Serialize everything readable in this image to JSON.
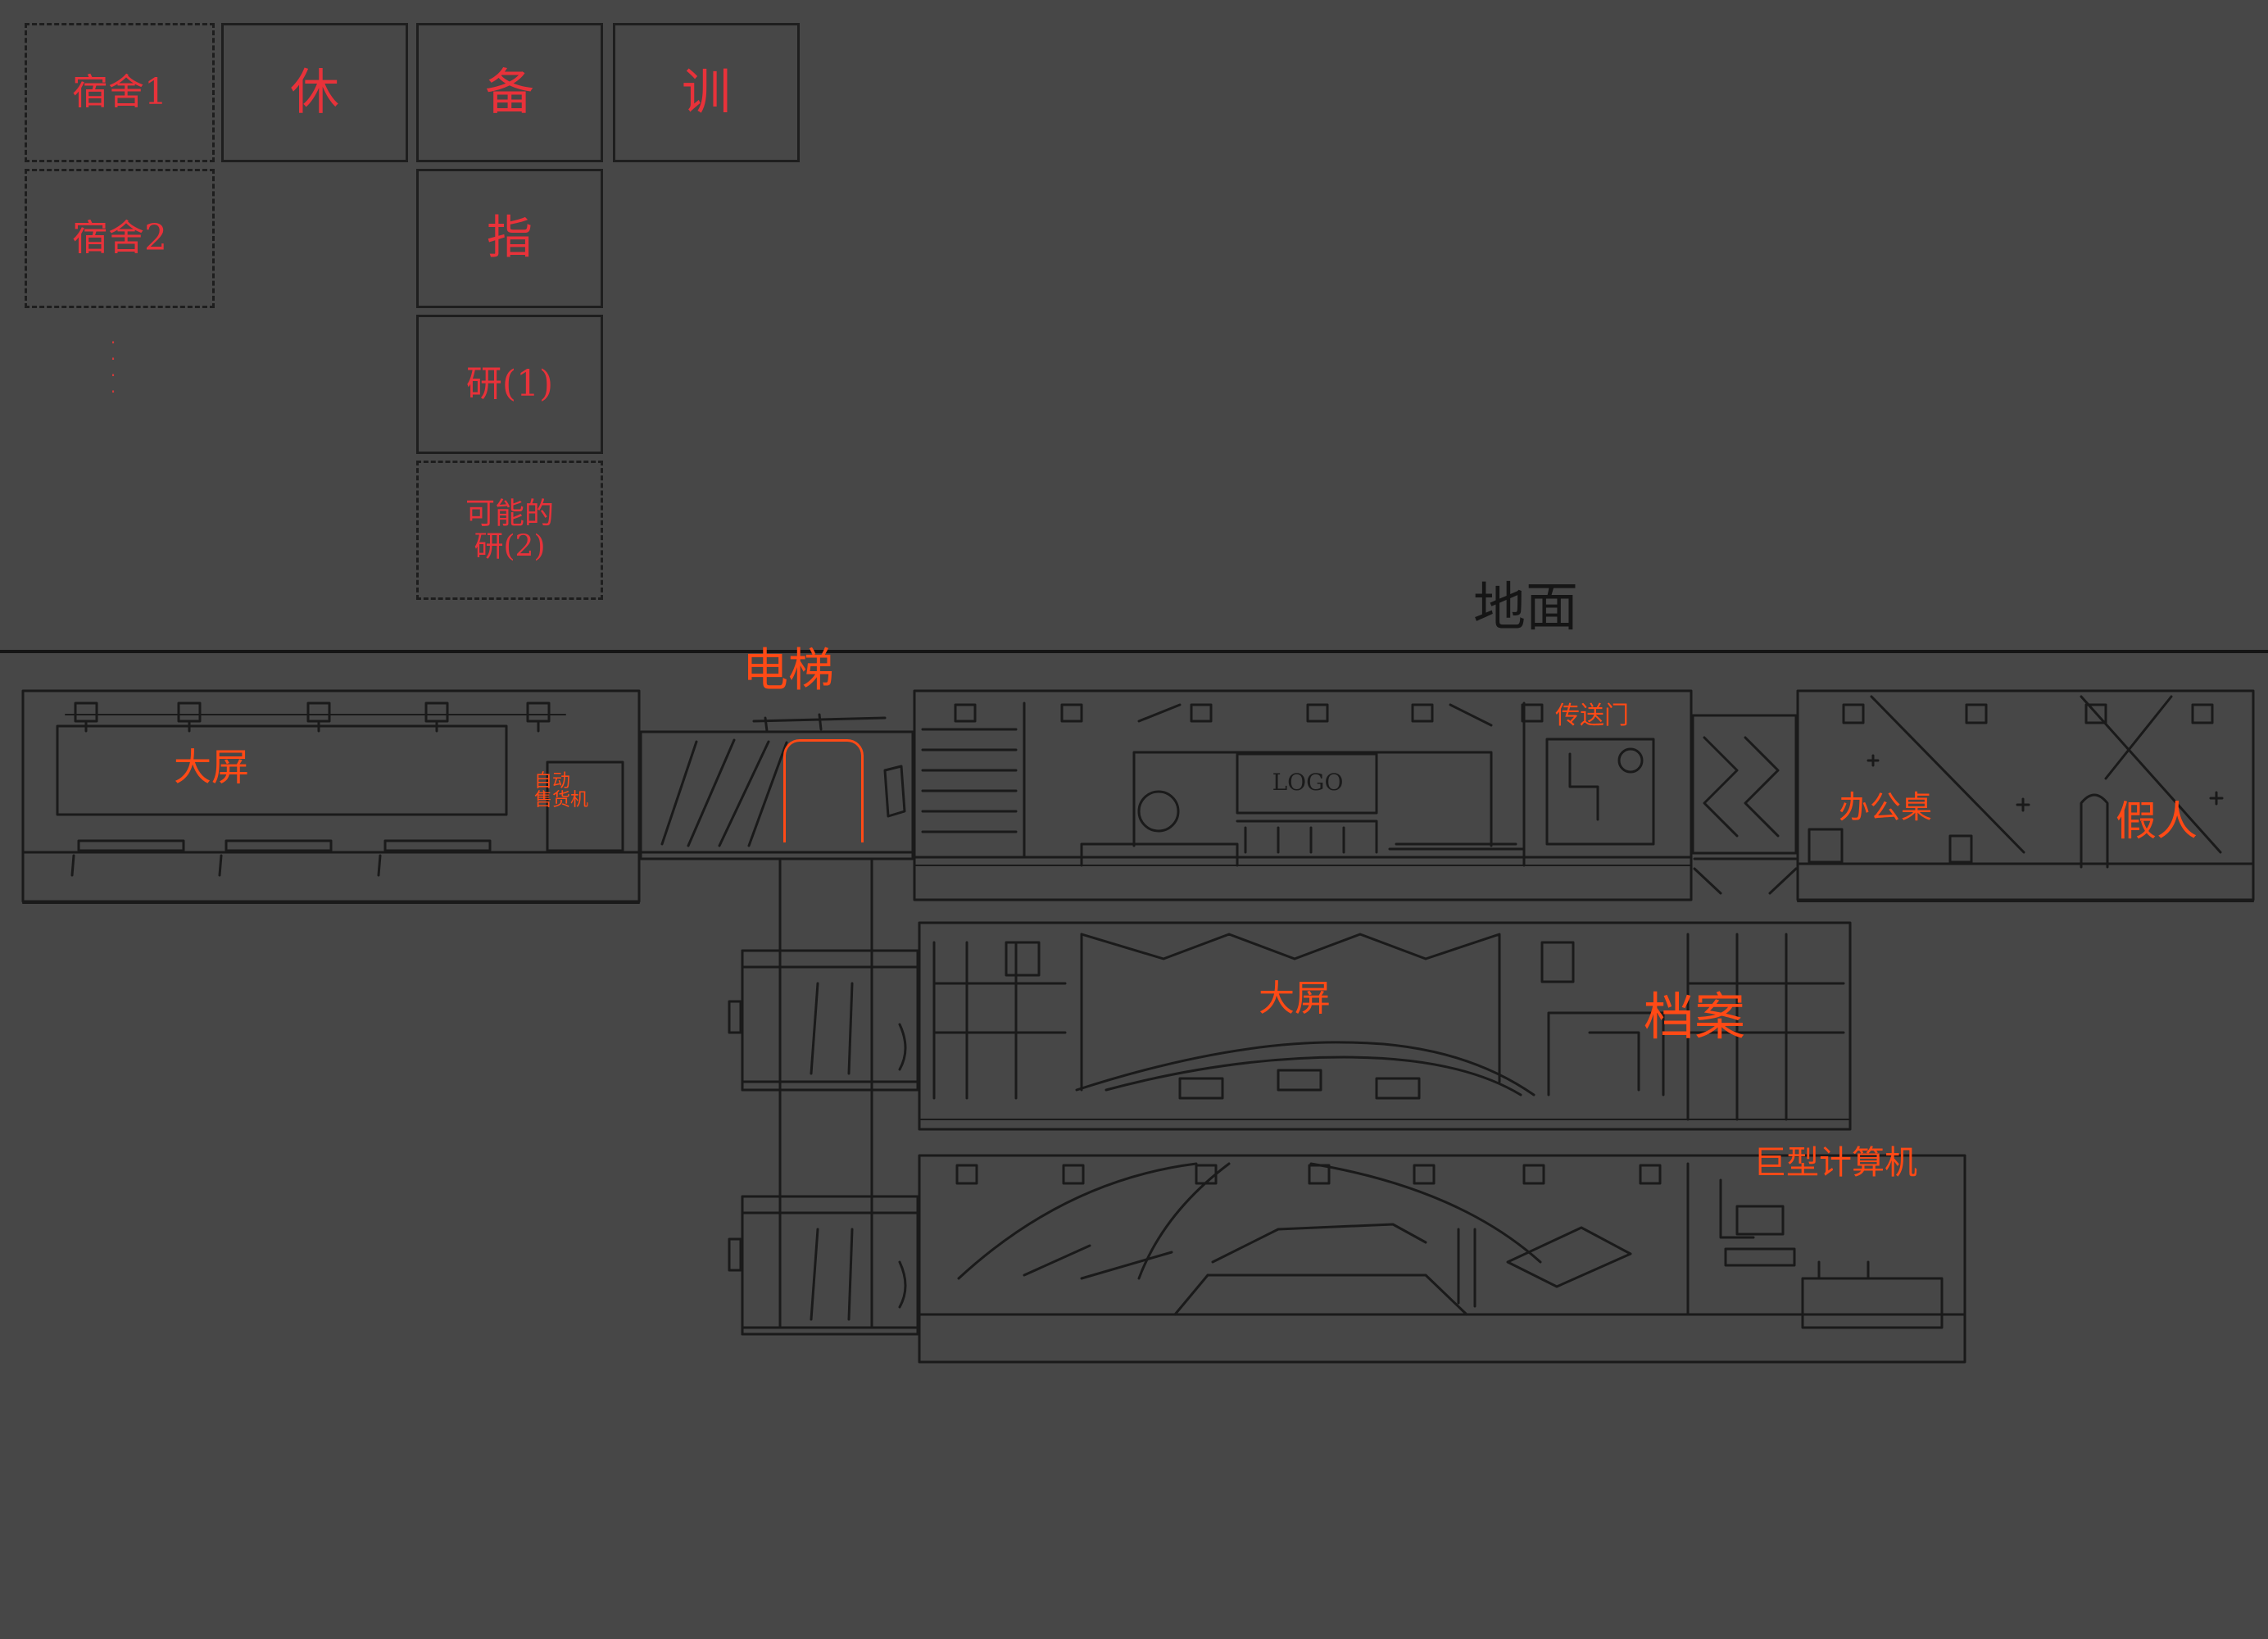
{
  "upper_floor": {
    "rooms": [
      {
        "id": "dorm1",
        "label": "宿舍1",
        "dashed": true
      },
      {
        "id": "rest",
        "label": "休",
        "dashed": false
      },
      {
        "id": "prep",
        "label": "备",
        "dashed": false
      },
      {
        "id": "train",
        "label": "训",
        "dashed": false
      },
      {
        "id": "dorm2",
        "label": "宿舍2",
        "dashed": true
      },
      {
        "id": "command",
        "label": "指",
        "dashed": false
      },
      {
        "id": "research1",
        "label": "研(1)",
        "dashed": false
      },
      {
        "id": "research2",
        "label": "可能的\n研(2)",
        "dashed": true
      }
    ],
    "ellipsis": "·\n·\n·\n·"
  },
  "ground": {
    "label": "地面"
  },
  "labels": {
    "big_screen_1": "大屏",
    "vending": "自动\n售货机",
    "elevator": "电梯",
    "logo": "LOGO",
    "portal": "传送门",
    "office_desk": "办公桌",
    "dummy": "假人",
    "big_screen_2": "大屏",
    "archive": "档案",
    "supercomputer": "巨型计算机"
  },
  "colors": {
    "background": "#474747",
    "line": "#1e1e1e",
    "upper_label": "#e8323a",
    "annotation": "#ff4a16"
  }
}
